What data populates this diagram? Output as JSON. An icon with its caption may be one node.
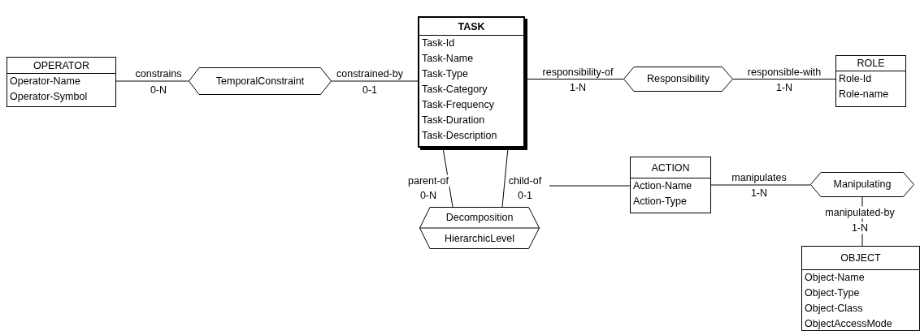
{
  "diagram": {
    "nodes": [
      {
        "text": [
          "OPERATOR",
          "Operator-Name",
          "Operator-Symbol"
        ]
      },
      {
        "text": [
          "TemporalConstraint"
        ]
      },
      {
        "text": [
          "TASK",
          "Task-Id",
          "Task-Name",
          "Task-Type",
          "Task-Category",
          "Task-Frequency",
          "Task-Duration",
          "Task-Description"
        ]
      },
      {
        "text": [
          "Responsibility"
        ]
      },
      {
        "text": [
          "ROLE",
          "Role-Id",
          "Role-name"
        ]
      },
      {
        "text": [
          "Decomposition",
          "HierarchicLevel"
        ]
      },
      {
        "text": [
          "ACTION",
          "Action-Name",
          "Action-Type"
        ]
      },
      {
        "text": [
          "Manipulating"
        ]
      },
      {
        "text": [
          "OBJECT",
          "Object-Name",
          "Object-Type",
          "Object-Class",
          "ObjectAccessMode"
        ]
      }
    ],
    "edges": [
      {
        "from": 0,
        "to": 1,
        "arrow": "none",
        "label": "constrains"
      },
      {
        "from": 1,
        "to": 2,
        "arrow": "none",
        "label": "constrained-by"
      },
      {
        "from": 2,
        "to": 3,
        "arrow": "none",
        "label": "responsibility-of"
      },
      {
        "from": 3,
        "to": 4,
        "arrow": "none",
        "label": "responsible-with"
      },
      {
        "from": 2,
        "to": 5,
        "arrow": "none",
        "label": "parent-of"
      },
      {
        "from": 2,
        "to": 5,
        "arrow": "none",
        "label": "child-of"
      },
      {
        "from": 6,
        "to": null,
        "arrow": "none"
      },
      {
        "from": 6,
        "to": 7,
        "arrow": "none",
        "label": "manipulates"
      },
      {
        "from": 7,
        "to": 8,
        "arrow": "none",
        "label": "manipulated-by"
      }
    ],
    "labels": [
      "0-N",
      "0-1",
      "1-N",
      "1-N",
      "0-N",
      "0-1",
      "1-N",
      "1-N"
    ]
  }
}
